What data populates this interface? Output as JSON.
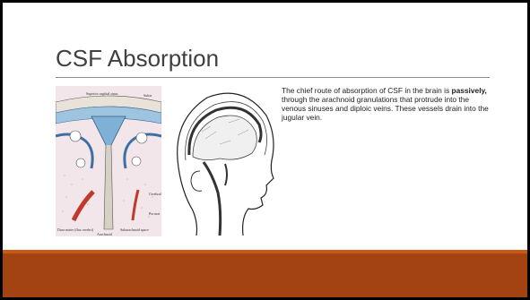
{
  "slide": {
    "title": "CSF Absorption",
    "body_pre": "The chief route of absorption of CSF in the brain is ",
    "body_bold": "passively,",
    "body_post": " through the arachnoid granulations that protrude into the venous sinuses and diploic veins.  These vessels drain into the jugular vein."
  },
  "figure_left": {
    "label_top": "Superior sagittal sinus",
    "label_top2": "Subar",
    "label_bottom_left": "Dura mater (flax cerebri)",
    "label_bottom_mid": "Arachnoid",
    "label_bottom_right": "Subarachnoid space",
    "label_right": "Pia mat",
    "label_right2": "Cerebral"
  },
  "colors": {
    "background_frame": "#000000",
    "slide_background": "#ffffff",
    "title_text": "#404040",
    "accent_bar": "#a44312",
    "accent_bar_top": "#c85a14"
  }
}
